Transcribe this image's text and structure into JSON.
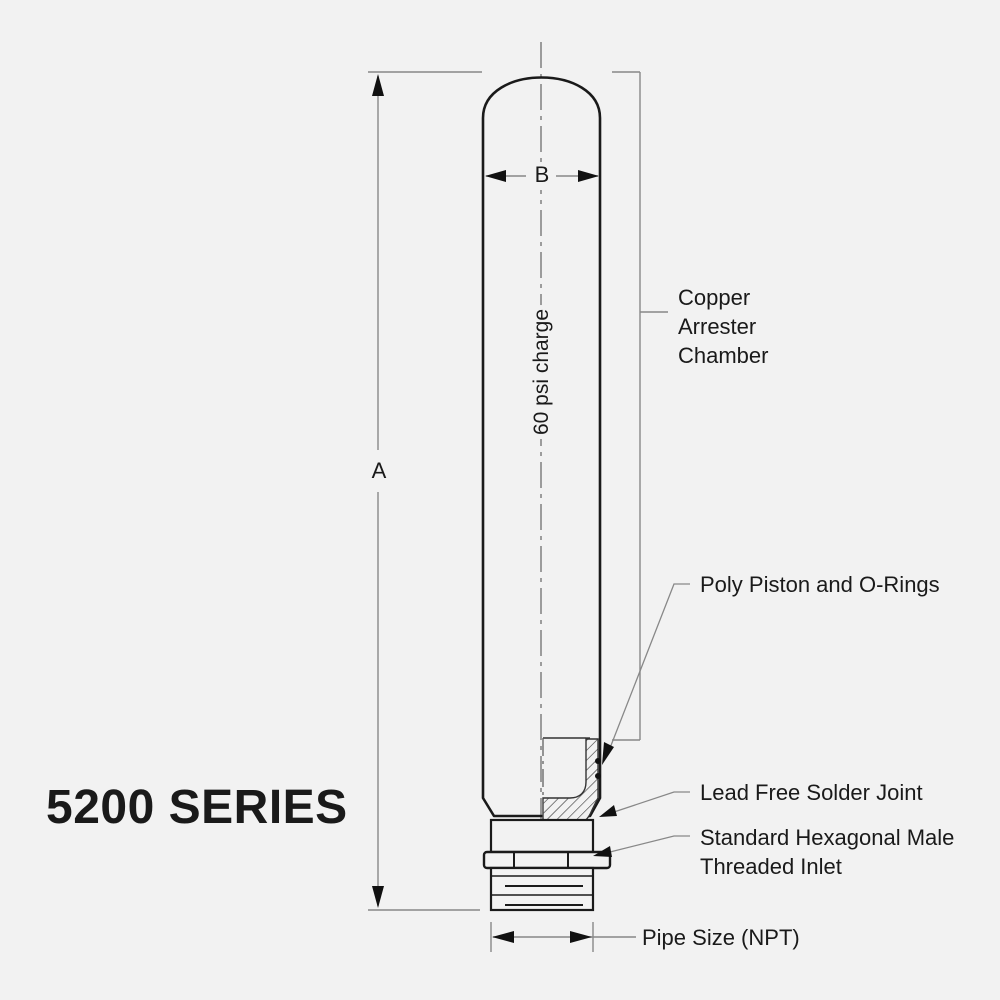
{
  "title": "5200 SERIES",
  "dimensions": {
    "overall_length": "A",
    "chamber_diameter": "B",
    "pipe_size": "Pipe Size (NPT)"
  },
  "chamber_text": "60 psi charge",
  "callouts": {
    "chamber": [
      "Copper",
      "Arrester",
      "Chamber"
    ],
    "piston": "Poly Piston and O-Rings",
    "solder": "Lead Free Solder Joint",
    "inlet": [
      "Standard Hexagonal Male",
      "Threaded Inlet"
    ]
  },
  "colors": {
    "background": "#f2f2f2",
    "outline": "#1a1a1a",
    "dim_line": "#777777"
  }
}
